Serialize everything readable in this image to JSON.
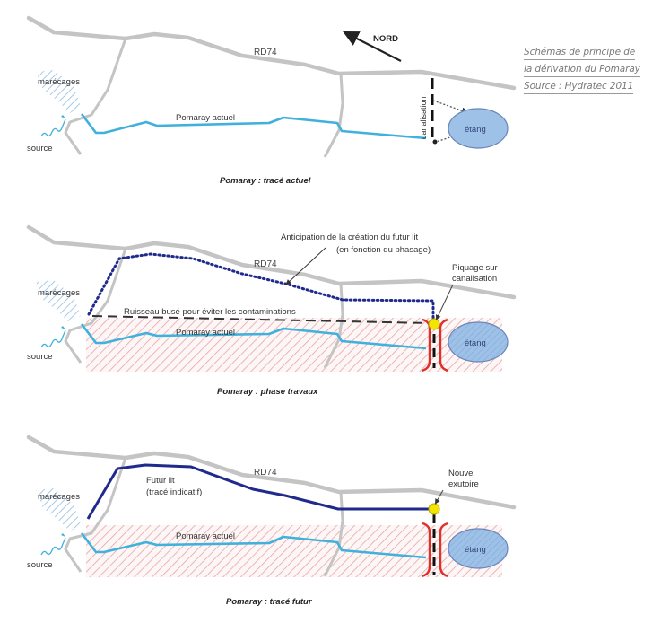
{
  "caption": {
    "lines": [
      "Schémas de principe de",
      "la dérivation du Pomaray",
      "Source : Hydratec 2011"
    ]
  },
  "labels": {
    "road": "RD74",
    "north": "NORD",
    "marsh": "marécages",
    "source": "source",
    "river_current": "Pomaray actuel",
    "pond": "étang",
    "pipe": "canalisation"
  },
  "panels": [
    {
      "title": "Pomaray : tracé actuel"
    },
    {
      "title": "Pomaray : phase travaux",
      "annotation_future_bed": [
        "Anticipation de la création du futur lit",
        "(en fonction du phasage)"
      ],
      "annotation_culvert": "Ruisseau busé pour éviter les contaminations",
      "annotation_tap": [
        "Piquage sur",
        "canalisation"
      ]
    },
    {
      "title": "Pomaray : tracé futur",
      "annotation_future_bed": [
        "Futur lit",
        "(tracé indicatif)"
      ],
      "annotation_outlet": [
        "Nouvel",
        "exutoire"
      ]
    }
  ],
  "colors": {
    "road": "#c4c4c4",
    "river": "#3fb1dc",
    "future_bed": "#1f2a8c",
    "pond_fill": "#9ec1e8",
    "pond_stroke": "#6a86b8",
    "work_zone_hatch": "#e8a5a5",
    "bracket": "#e0302a",
    "tap_point": "#f2e500",
    "marsh_hatch": "#9dc3e6"
  }
}
